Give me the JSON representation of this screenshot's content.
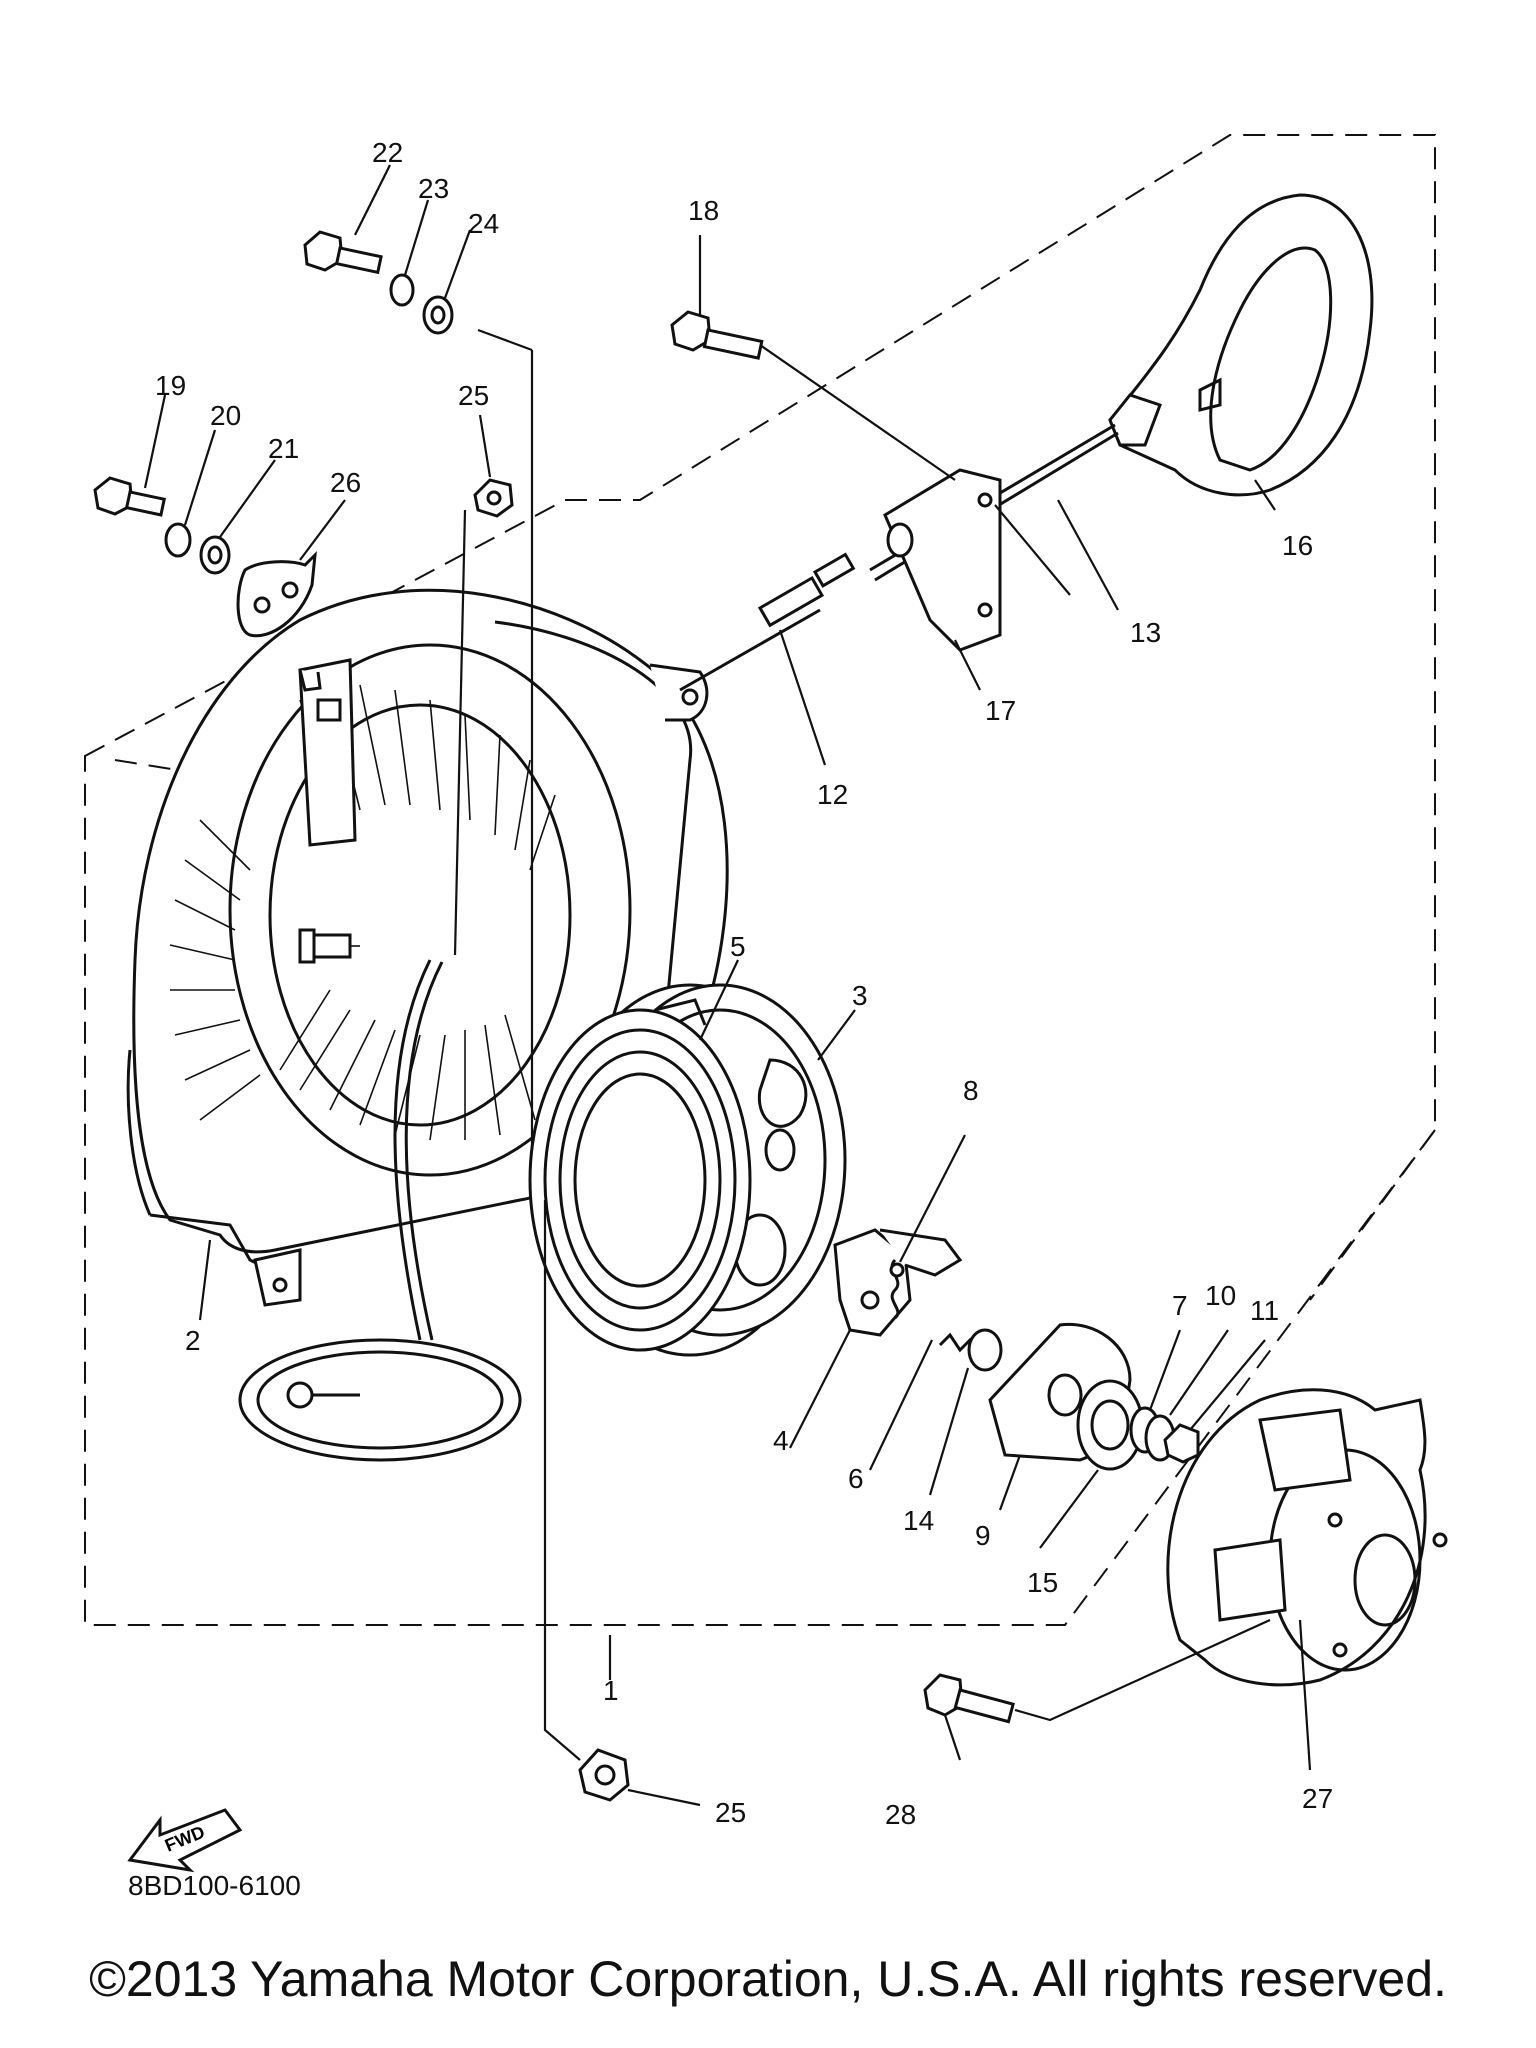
{
  "diagram": {
    "part_code": "8BD100-6100",
    "copyright": "©2013 Yamaha Motor Corporation, U.S.A. All rights reserved.",
    "fwd_label": "FWD",
    "callouts": {
      "c1": "1",
      "c2": "2",
      "c3": "3",
      "c4": "4",
      "c5": "5",
      "c6": "6",
      "c7": "7",
      "c8": "8",
      "c9": "9",
      "c10": "10",
      "c11": "11",
      "c12": "12",
      "c13": "13",
      "c14": "14",
      "c15": "15",
      "c16": "16",
      "c17": "17",
      "c18": "18",
      "c19": "19",
      "c20": "20",
      "c21": "21",
      "c22": "22",
      "c23": "23",
      "c24": "24",
      "c25a": "25",
      "c25b": "25",
      "c26": "26",
      "c27": "27",
      "c28": "28"
    }
  }
}
